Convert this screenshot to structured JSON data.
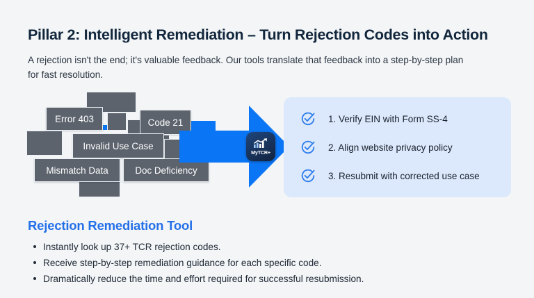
{
  "slide": {
    "title": "Pillar 2: Intelligent Remediation – Turn Rejection Codes into Action",
    "subtitle": "A rejection isn't the end; it's valuable feedback. Our tools translate that feedback into a step-by-step plan for fast resolution.",
    "background_color": "#f3f5f7",
    "title_color": "#12263c",
    "accent_blue": "#0b76f5",
    "heading_blue": "#2470e8",
    "panel_blue": "#dce8fb",
    "block_gray": "#5c636d"
  },
  "diagram": {
    "labeled_blocks": [
      {
        "label": "Error 403"
      },
      {
        "label": "Code 21"
      },
      {
        "label": "Invalid Use Case"
      },
      {
        "label": "Mismatch Data"
      },
      {
        "label": "Doc Deficiency"
      }
    ],
    "badge": {
      "label": "MyTCR+",
      "icon": "chart-growth-icon"
    },
    "arrow": {
      "direction": "right",
      "color": "#0b76f5"
    }
  },
  "checklist": {
    "items": [
      {
        "icon": "circle-check-icon",
        "text": "1. Verify EIN with Form SS-4"
      },
      {
        "icon": "circle-check-icon",
        "text": "2. Align website privacy policy"
      },
      {
        "icon": "circle-check-icon",
        "text": "3. Resubmit with corrected use case"
      }
    ]
  },
  "tool": {
    "heading": "Rejection Remediation Tool",
    "bullets": [
      "Instantly look up 37+ TCR rejection codes.",
      "Receive step-by-step remediation guidance for each specific code.",
      "Dramatically reduce the time and effort required for successful resubmission."
    ]
  }
}
